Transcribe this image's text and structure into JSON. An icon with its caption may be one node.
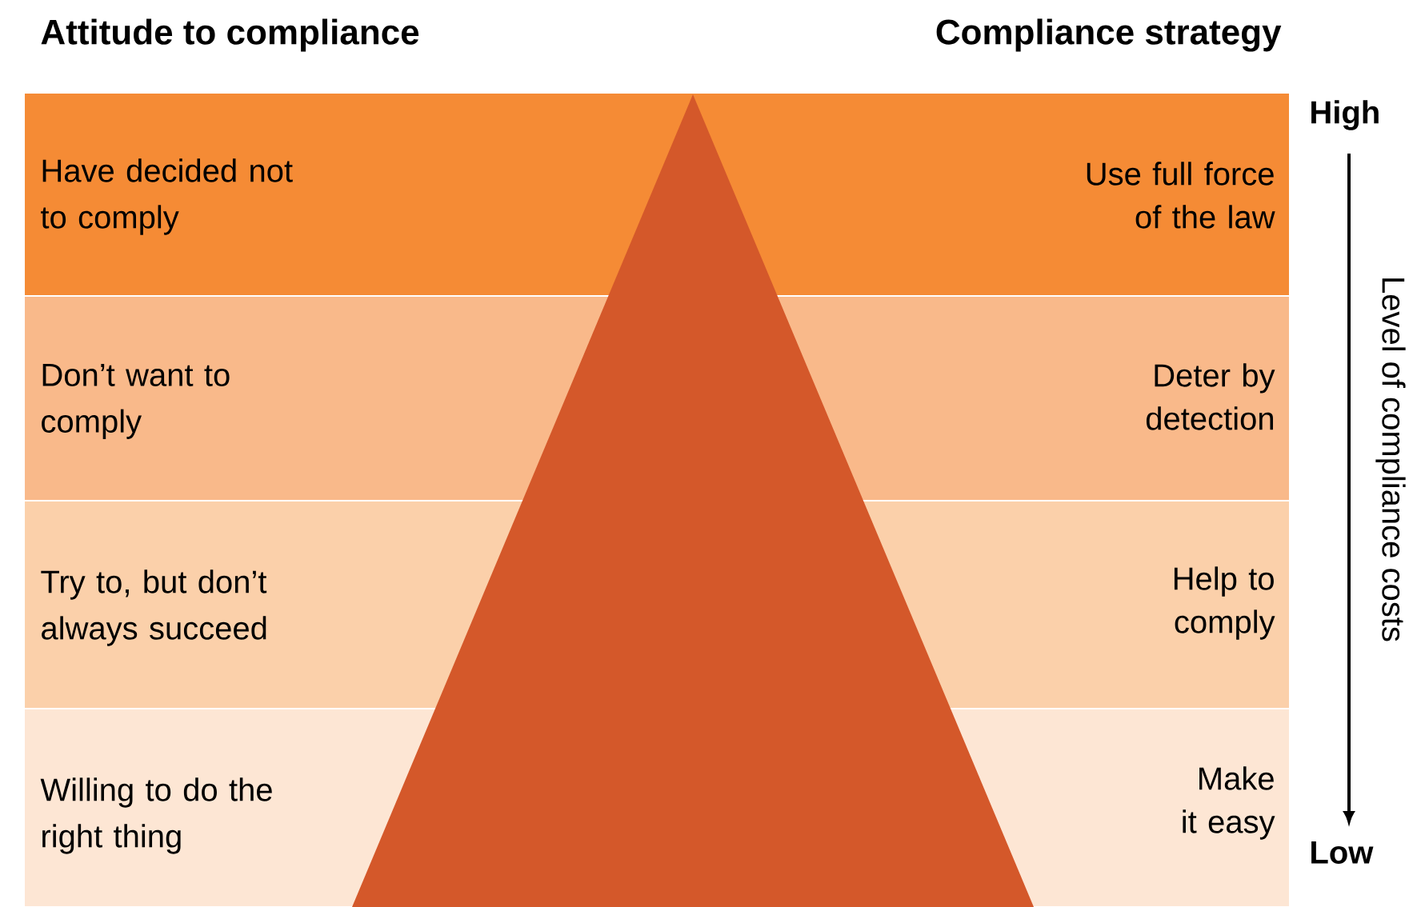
{
  "diagram": {
    "nodes": [
      {
        "text": [
          "Have decided not to comply",
          "Use full force of the law"
        ]
      },
      {
        "text": [
          "Don’t want to comply",
          "Deter by detection"
        ]
      },
      {
        "text": [
          "Try to, but don’t always succeed",
          "Help to comply"
        ]
      },
      {
        "text": [
          "Willing to do the right thing",
          "Make it easy"
        ]
      }
    ],
    "labels": [
      "Attitude to compliance",
      "Compliance strategy",
      "High",
      "Level of compliance costs",
      "Low"
    ]
  }
}
